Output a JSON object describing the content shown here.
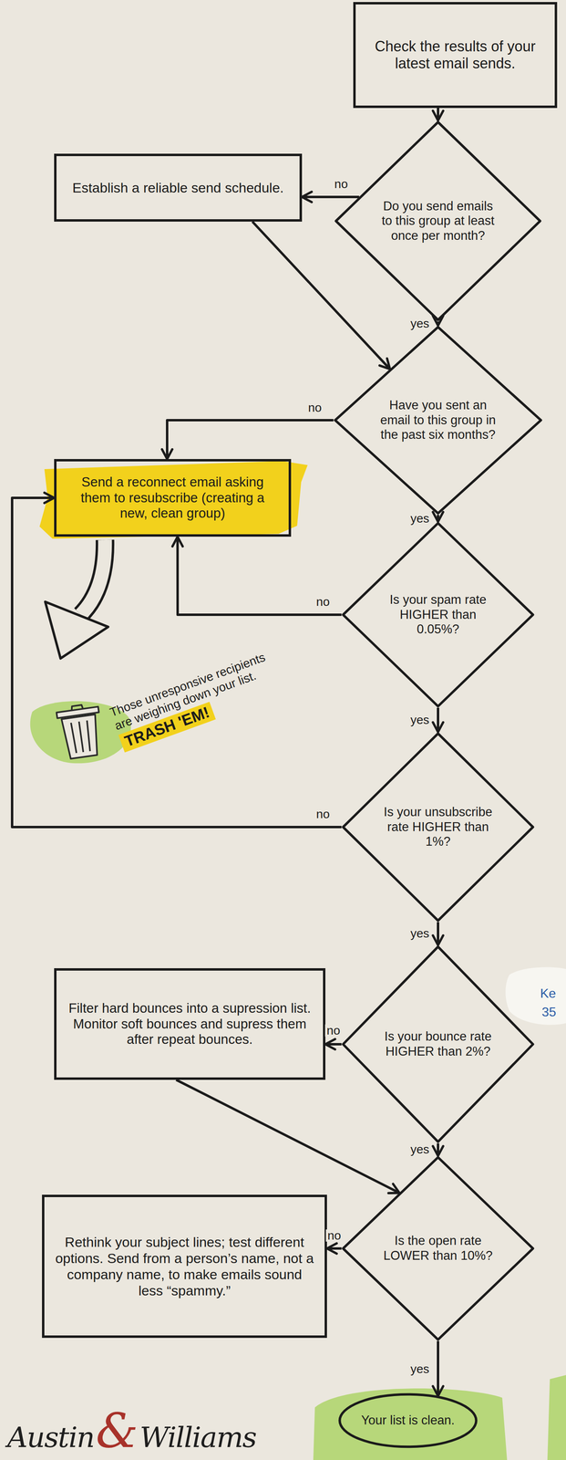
{
  "diagram": {
    "nodes": [
      {
        "text": [
          "Check the results of your latest email sends."
        ]
      },
      {
        "text": [
          "Do you send emails to this group at least once per month?"
        ]
      },
      {
        "text": [
          "Establish a reliable send schedule."
        ]
      },
      {
        "text": [
          "Have you sent an email to this group in the past six months?"
        ]
      },
      {
        "text": [
          "Send a reconnect email asking them to resubscribe (creating a new, clean group)"
        ]
      },
      {
        "text": [
          "Is your spam rate HIGHER than 0.05%?"
        ]
      },
      {
        "text": [
          "Is your unsubscribe rate HIGHER than 1%?"
        ]
      },
      {
        "text": [
          "Is your bounce rate HIGHER than 2%?"
        ]
      },
      {
        "text": [
          "Filter hard bounces into a supression list. Monitor soft bounces and supress them after repeat bounces."
        ]
      },
      {
        "text": [
          "Is the open rate LOWER than 10%?"
        ]
      },
      {
        "text": [
          "Rethink your subject lines; test different options. Send from a person’s name, not a company name, to make emails sound less “spammy.”"
        ]
      },
      {
        "text": [
          "Your list is clean."
        ]
      }
    ],
    "edges": [
      {
        "from": 0,
        "to": 1,
        "arrow": "to"
      },
      {
        "from": 1,
        "to": 2,
        "label": "no",
        "arrow": "to"
      },
      {
        "from": 1,
        "to": 3,
        "label": "yes",
        "arrow": "to"
      },
      {
        "from": 2,
        "to": 3,
        "arrow": "to"
      },
      {
        "from": 3,
        "to": 4,
        "label": "no",
        "arrow": "to"
      },
      {
        "from": 3,
        "to": 5,
        "label": "yes",
        "arrow": "to"
      },
      {
        "from": 5,
        "to": 4,
        "label": "no",
        "arrow": "to"
      },
      {
        "from": 5,
        "to": 6,
        "label": "yes",
        "arrow": "to"
      },
      {
        "from": 6,
        "to": 4,
        "label": "no",
        "arrow": "to"
      },
      {
        "from": 6,
        "to": 7,
        "label": "yes",
        "arrow": "to"
      },
      {
        "from": 7,
        "to": 8,
        "label": "no",
        "arrow": "to"
      },
      {
        "from": 7,
        "to": 9,
        "label": "yes",
        "arrow": "to"
      },
      {
        "from": 8,
        "to": 9,
        "arrow": "to"
      },
      {
        "from": 9,
        "to": 10,
        "label": "no",
        "arrow": "to"
      },
      {
        "from": 9,
        "to": 11,
        "label": "yes",
        "arrow": "to"
      }
    ],
    "labels": [
      "Those unresponsive recipients are weighing down your list.",
      "TRASH 'EM!",
      "Ke",
      "35",
      "Austin",
      "&",
      "Williams"
    ]
  }
}
